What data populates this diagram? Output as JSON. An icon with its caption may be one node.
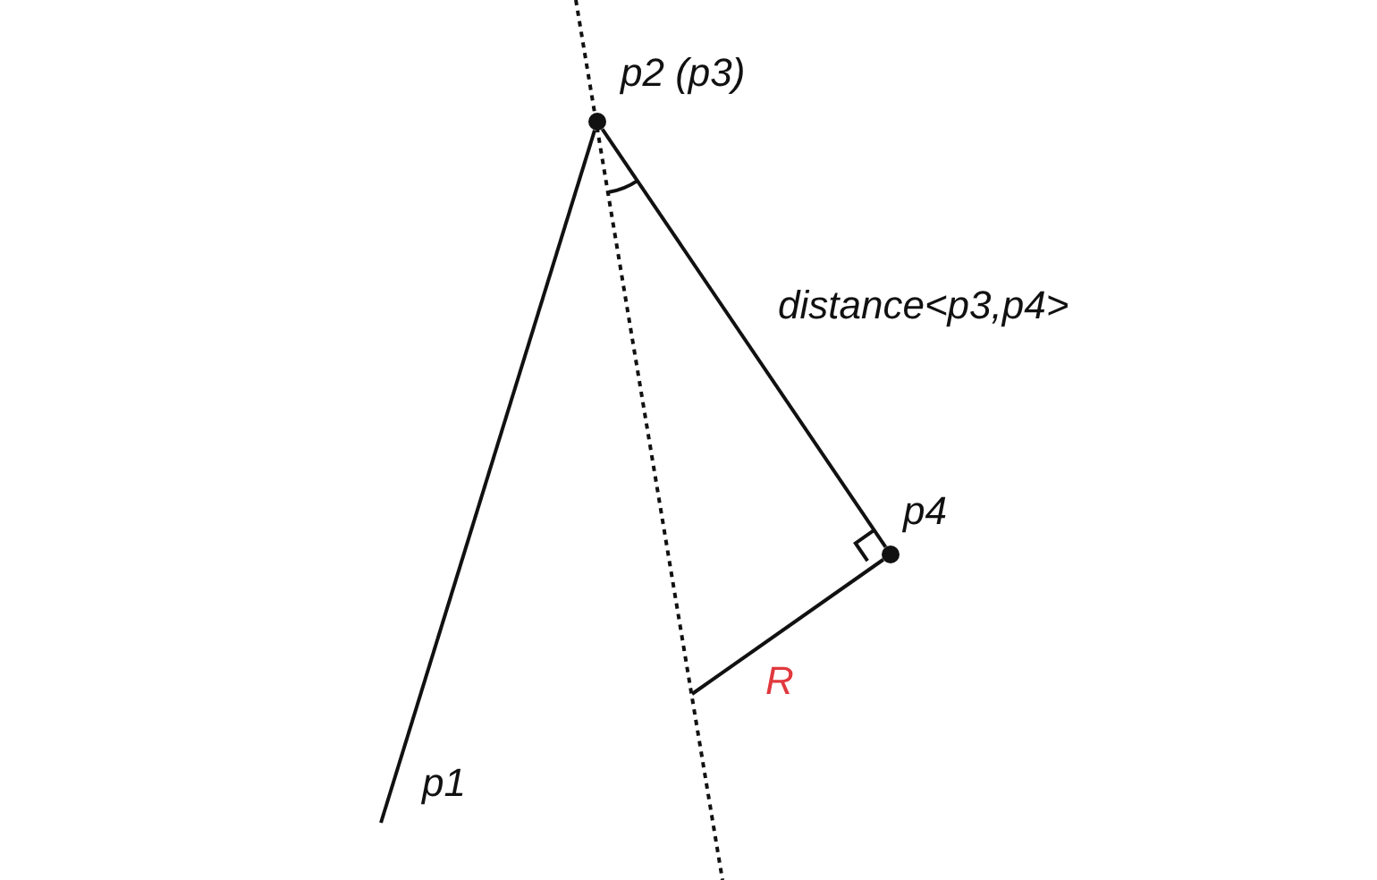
{
  "diagram": {
    "nodes": [
      {
        "text": [],
        "shape": "circle",
        "beside": [
          "p2 (p3)"
        ]
      },
      {
        "text": [],
        "shape": "circle",
        "beside": [
          "p4"
        ]
      }
    ],
    "edges": [
      {
        "from": 0,
        "to": 1,
        "arrow": "none",
        "label": "distance<p3,p4>"
      },
      {
        "from": null,
        "to": 0,
        "arrow": "none"
      },
      {
        "from": 1,
        "to": null,
        "arrow": "none"
      }
    ],
    "labels": [
      "R",
      "p1"
    ]
  }
}
